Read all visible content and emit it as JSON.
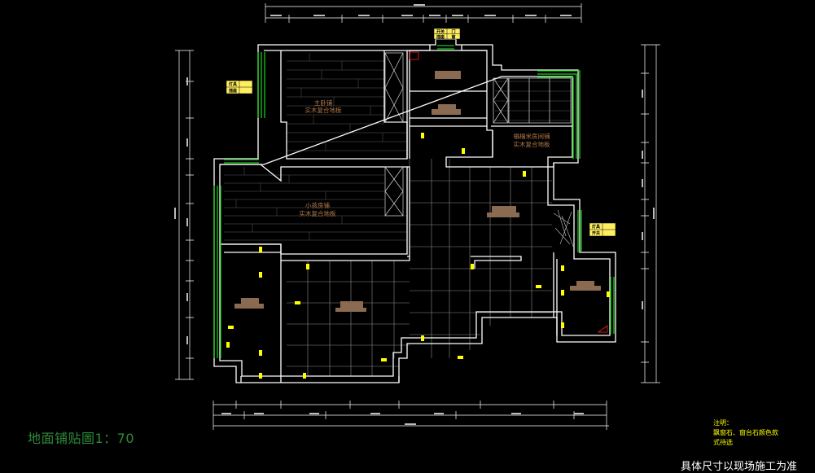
{
  "drawing": {
    "title": "地面铺贴圖1：70",
    "notes": {
      "heading": "注明：",
      "line1": "飘窗石、窗台石颜色款",
      "line2": "式待选"
    },
    "footer": "具体尺寸以现场施工为准",
    "rooms": {
      "master_name": "主卧铺",
      "master_floor": "实木复合地板",
      "small_name": "小孩房铺",
      "small_floor": "实木复合地板",
      "tatami_name": "榻榻米房间铺",
      "tatami_floor": "实木复合地板"
    },
    "tags": {
      "top_a": "开关",
      "top_b": "插座",
      "top_c": "门",
      "top_d": "窗",
      "left_a": "灯具",
      "left_b": "插座",
      "right_a": "灯具",
      "right_b": "开关"
    },
    "colors": {
      "wall": "#ffffff",
      "window": "#19c51a",
      "grid": "#9a9a9a",
      "dimension": "#ffffff",
      "socket": "#ffff00",
      "furniture": "#8a6a50",
      "label": "#b07848"
    }
  }
}
